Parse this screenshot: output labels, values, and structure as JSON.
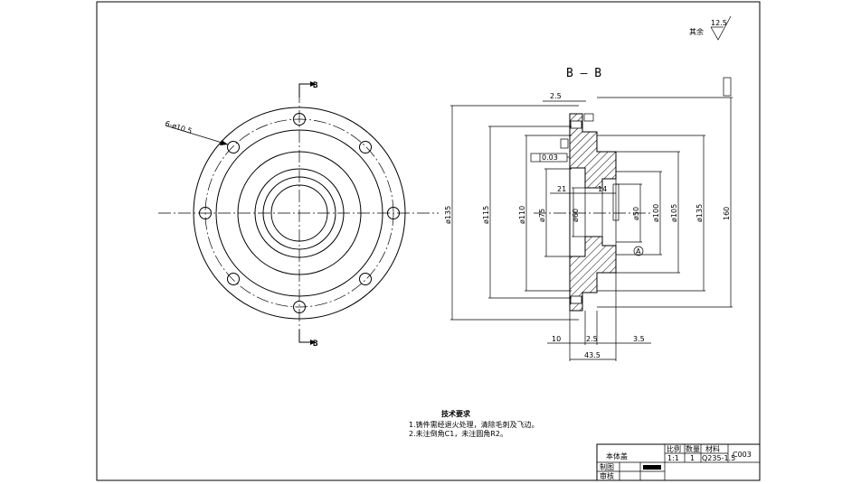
{
  "section_title": "B — B",
  "section_mark_top": "B",
  "section_mark_bottom": "B",
  "roughness": {
    "label": "其余",
    "value": "12.5"
  },
  "holes_note": "6-ø10.5",
  "dims": {
    "d_outer": "ø135",
    "d_bolt": "ø115",
    "d_110": "ø110",
    "d_75": "ø75",
    "d_50": "ø50",
    "d_100": "ø100",
    "d_105": "ø105",
    "d_135r": "ø135",
    "d_160": "160",
    "d_60": "ø60",
    "top_2_5": "2.5",
    "w_21": "21",
    "w_14": "14",
    "b_10": "10",
    "b_2_5": "2.5",
    "b_3_5": "3.5",
    "b_total": "43.5",
    "tol_label": "0.03",
    "circle_a": "A"
  },
  "notes": {
    "heading": "技术要求",
    "line1": "1.铸件需经退火处理，清除毛刺及飞边。",
    "line2": "2.未注倒角C1，未注圆角R2。"
  },
  "title_block": {
    "part_name": "本体盖",
    "h_scale": "比例",
    "h_qty": "数量",
    "h_material": "材料",
    "scale": "1:1",
    "qty": "1",
    "material": "Q235-1.5",
    "code": "C003",
    "drawn_by": "制图",
    "checked_by": "审核"
  }
}
